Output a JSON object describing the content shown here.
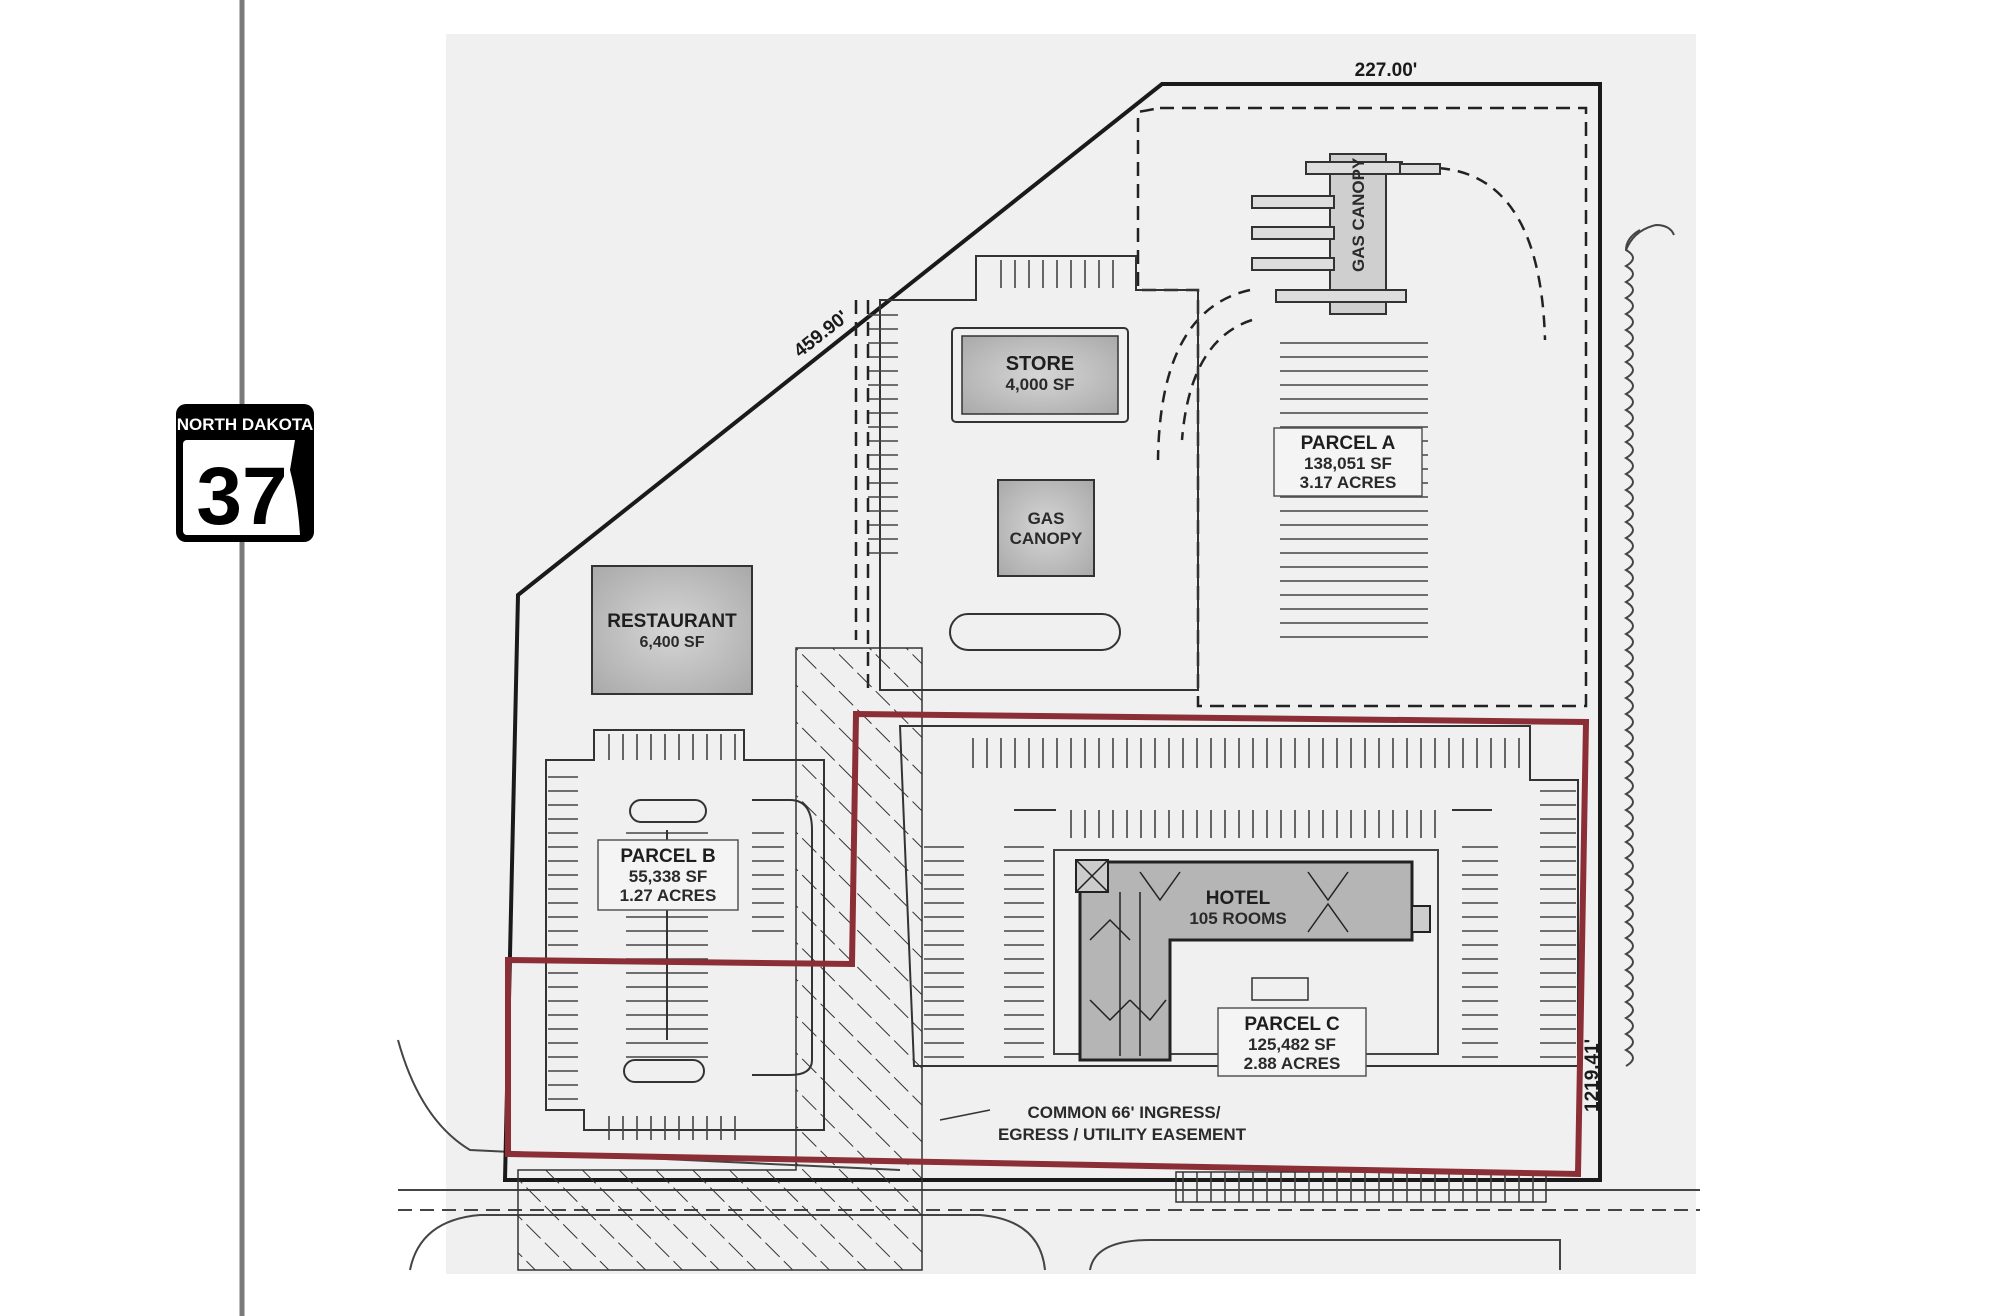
{
  "highway_shield": {
    "state": "NORTH DAKOTA",
    "number": "37"
  },
  "dimensions": {
    "top": "227.00'",
    "diagonal": "459.90'",
    "east": "1219.41'"
  },
  "buildings": {
    "store": {
      "name": "STORE",
      "size": "4,000 SF"
    },
    "gas_canopy_center": {
      "line1": "GAS",
      "line2": "CANOPY"
    },
    "gas_canopy_north": {
      "name": "GAS CANOPY"
    },
    "restaurant": {
      "name": "RESTAURANT",
      "size": "6,400 SF"
    },
    "hotel": {
      "name": "HOTEL",
      "rooms": "105 ROOMS"
    }
  },
  "parcels": {
    "a": {
      "name": "PARCEL A",
      "area": "138,051 SF",
      "acres": "3.17 ACRES"
    },
    "b": {
      "name": "PARCEL B",
      "area": "55,338 SF",
      "acres": "1.27 ACRES"
    },
    "c": {
      "name": "PARCEL C",
      "area": "125,482 SF",
      "acres": "2.88 ACRES"
    }
  },
  "easement": {
    "line1": "COMMON 66' INGRESS/",
    "line2": "EGRESS / UTILITY EASEMENT"
  },
  "colors": {
    "highlight": "#8b2e35",
    "plan_bg": "#f0f0f0",
    "building": "#bdbdbd",
    "hotel": "#b5b5b5"
  }
}
